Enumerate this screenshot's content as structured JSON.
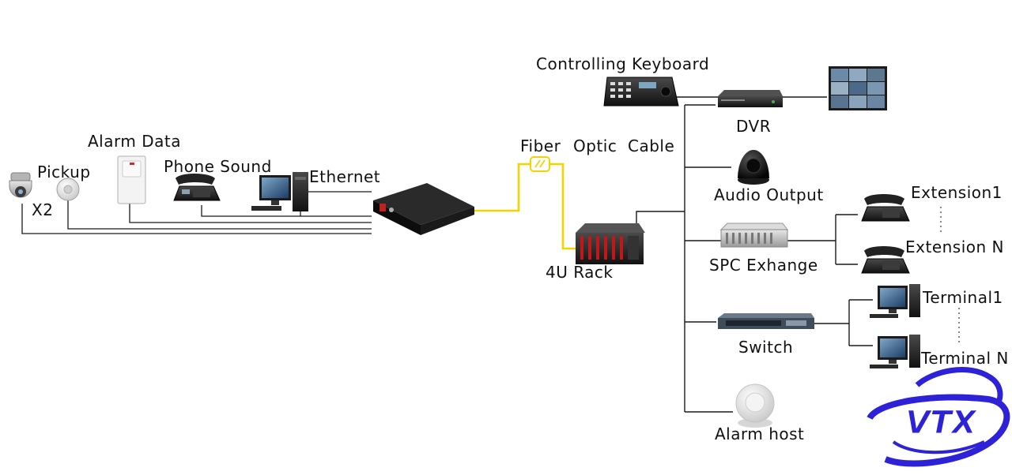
{
  "labels": {
    "x2": "X2",
    "pickup": "Pickup",
    "alarm_data": "Alarm Data",
    "phone_sound": "Phone Sound",
    "ethernet": "Ethernet",
    "fiber_1": "Fiber",
    "fiber_2": "Optic",
    "fiber_3": "Cable",
    "rack": "4U Rack",
    "controlling_keyboard": "Controlling Keyboard",
    "dvr": "DVR",
    "audio_output": "Audio Output",
    "spc_exchange": "SPC Exhange",
    "extension_1": "Extension1",
    "extension_n": "Extension N",
    "switch": "Switch",
    "terminal_1": "Terminal1",
    "terminal_n": "Terminal N",
    "alarm_host": "Alarm host"
  },
  "logo": {
    "text": "VTX",
    "color": "#2d22d8"
  },
  "colors": {
    "fiber": "#f2d400",
    "wire": "#1a1a1a"
  }
}
